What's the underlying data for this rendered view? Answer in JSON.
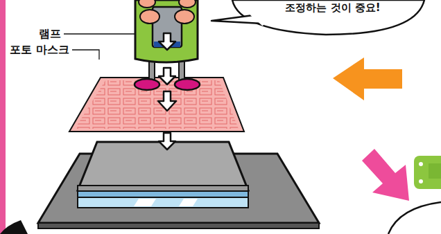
{
  "diagram": {
    "nodes": [
      {
        "text": [
          "조정하는 것이 중요!"
        ]
      }
    ],
    "labels": [
      "램프",
      "포토 마스크"
    ]
  }
}
